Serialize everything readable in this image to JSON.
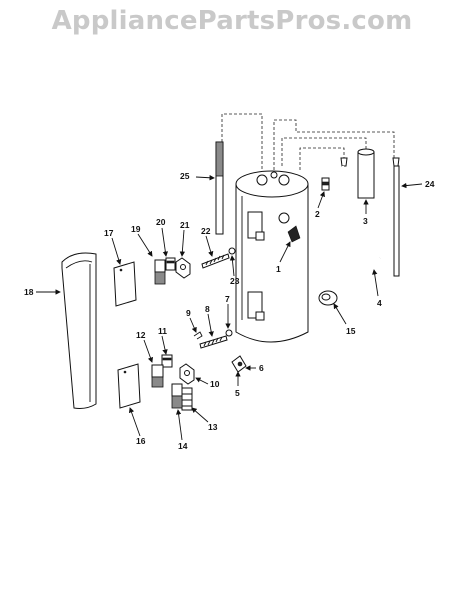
{
  "watermark": "AppliancePartsPros.com",
  "callouts": [
    "1",
    "2",
    "3",
    "4",
    "5",
    "6",
    "7",
    "8",
    "9",
    "10",
    "11",
    "12",
    "13",
    "14",
    "15",
    "16",
    "17",
    "18",
    "19",
    "20",
    "21",
    "22",
    "23",
    "24",
    "25"
  ]
}
